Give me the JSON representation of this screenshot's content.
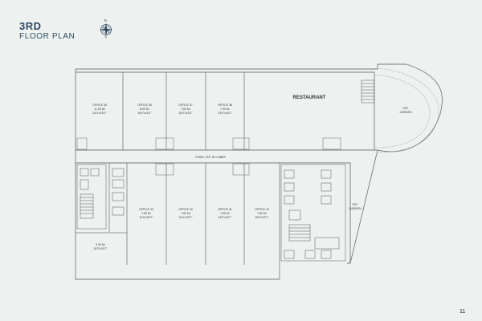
{
  "title": {
    "main": "3RD",
    "sub": "FLOOR PLAN"
  },
  "compass": {
    "north_label": "N",
    "south_label": "S"
  },
  "labels": {
    "restaurant": "RESTAURANT",
    "sky_garden_1a": "SKY",
    "sky_garden_1b": "GARDEN",
    "sky_garden_2a": "SKY",
    "sky_garden_2b": "GARDEN",
    "lobby": "2.50M / 8'3\" W LOBBY"
  },
  "offices_top": [
    {
      "name": "OFFICE 35",
      "area": "11.90 M²",
      "dims": "24'3\"x15'1\""
    },
    {
      "name": "OFFICE 36",
      "area": "8.50 M²",
      "dims": "16'0\"x15'1\""
    },
    {
      "name": "OFFICE 37",
      "area": "7.80 M²",
      "dims": "15'0\"x15'1\""
    },
    {
      "name": "OFFICE 38",
      "area": "7.90 M²",
      "dims": "14'9\"x15'1\""
    }
  ],
  "offices_bottom": [
    {
      "name": "OFFICE 39",
      "area": "7.80 M²",
      "dims": "14'9\"x20'7\""
    },
    {
      "name": "OFFICE 40",
      "area": "7.60 M²",
      "dims": "14'0\"x20'7\""
    },
    {
      "name": "OFFICE 41",
      "area": "7.60 M²",
      "dims": "14'9\"x20'7\""
    },
    {
      "name": "OFFICE 42",
      "area": "7.80 M²",
      "dims": "15'3\"x20'7\""
    }
  ],
  "bottom_left": {
    "area": "9.30 M²",
    "dims": "19'0\"x20'7\""
  },
  "page_number": "11"
}
